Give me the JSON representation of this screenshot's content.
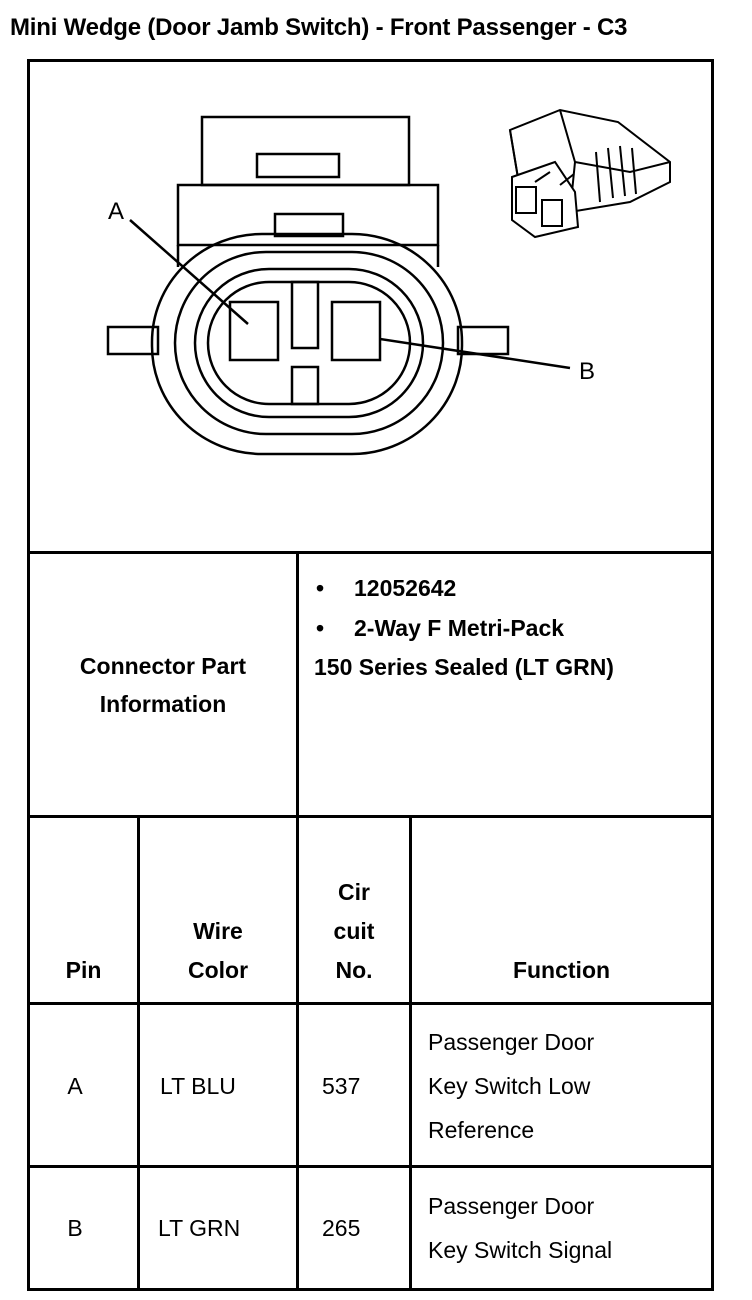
{
  "title": "Mini Wedge (Door Jamb Switch) - Front Passenger - C3",
  "diagram": {
    "pin_labels": [
      "A",
      "B"
    ]
  },
  "connector_part_information": {
    "label": "Connector Part Information",
    "items": [
      "12052642",
      "2-Way F Metri-Pack"
    ],
    "continuation": "150 Series Sealed (LT GRN)"
  },
  "table": {
    "headers": {
      "pin": "Pin",
      "wire_color": [
        "Wire",
        "Color"
      ],
      "circuit_no": [
        "Cir",
        "cuit",
        "No."
      ],
      "function": "Function"
    },
    "rows": [
      {
        "pin": "A",
        "wire_color": "LT BLU",
        "circuit": "537",
        "function": [
          "Passenger Door",
          "Key Switch Low",
          "Reference"
        ]
      },
      {
        "pin": "B",
        "wire_color": "LT GRN",
        "circuit": "265",
        "function": [
          "Passenger Door",
          "Key Switch Signal"
        ]
      }
    ]
  }
}
